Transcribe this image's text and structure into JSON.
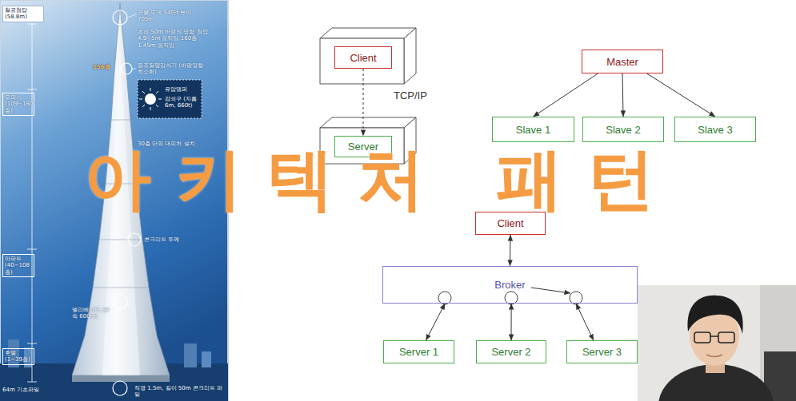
{
  "diagram": {
    "title": "아키텍처 패턴",
    "nodes": [
      {
        "text": [
          "Client"
        ]
      },
      {
        "text": [
          "Server"
        ]
      },
      {
        "text": [
          "Master"
        ]
      },
      {
        "text": [
          "Slave 1"
        ]
      },
      {
        "text": [
          "Slave 2"
        ]
      },
      {
        "text": [
          "Slave 3"
        ]
      },
      {
        "text": [
          "Client"
        ]
      },
      {
        "text": [
          "Broker"
        ]
      },
      {
        "text": [
          "Server 1"
        ]
      },
      {
        "text": [
          "Server 2"
        ]
      },
      {
        "text": [
          "Server 3"
        ]
      }
    ],
    "edges": [
      {
        "from": 0,
        "to": 1,
        "label": "TCP/IP",
        "arrow": "to"
      },
      {
        "from": 2,
        "to": 3,
        "arrow": "to"
      },
      {
        "from": 2,
        "to": 4,
        "arrow": "to"
      },
      {
        "from": 2,
        "to": 5,
        "arrow": "to"
      },
      {
        "from": 6,
        "to": 7,
        "arrow": "both"
      },
      {
        "from": 7,
        "to": 8,
        "arrow": "both"
      },
      {
        "from": 7,
        "to": 9,
        "arrow": "both"
      },
      {
        "from": 7,
        "to": 10,
        "arrow": "both"
      }
    ],
    "labels": [
      "철골첨탑 (58.8m)",
      "건물 무게 54만t 높이 705m",
      "초속 50m 바람의 영향 첨탑 4.9~5m 움직임 160층 1.45m 움직임",
      "156층",
      "동조질량감쇠기 (바람영향 최소화)",
      "유압댐퍼",
      "감쇠구 (지름 6m, 660t)",
      "오피스 (109~160층)",
      "30층 단위 대피처 설치",
      "아파트 (40~108층)",
      "콘크리트 두께",
      "엘리베이터 (분속 600m)",
      "호텔 (1~39층)",
      "64m 기초파일",
      "직경 1.5m, 길이 50m 콘크리트 파일"
    ]
  }
}
